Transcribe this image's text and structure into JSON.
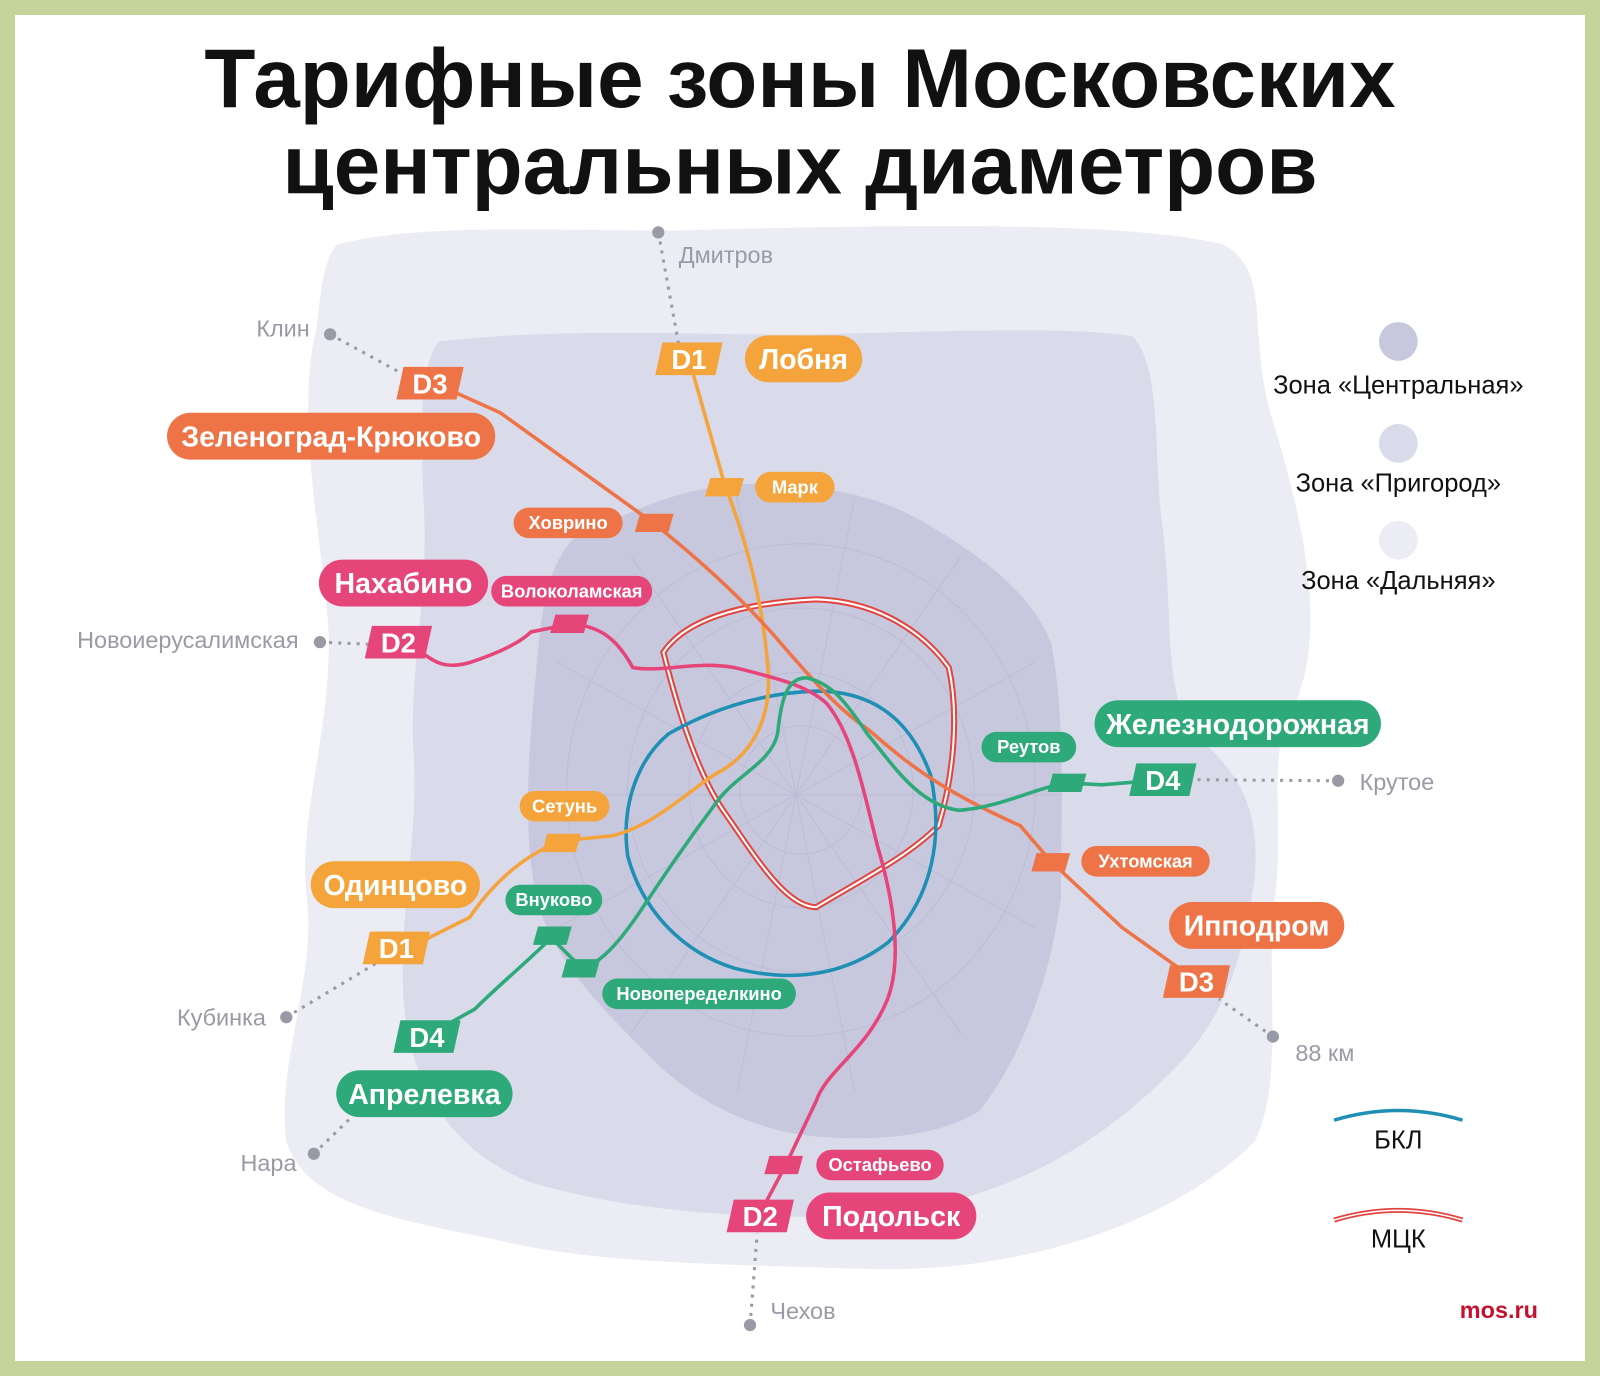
{
  "title": {
    "line1": "Тарифные зоны Московских",
    "line2": "центральных диаметров"
  },
  "colors": {
    "D1": "#f5a33b",
    "D2": "#e6457a",
    "D3": "#ee7447",
    "D4": "#2eaa7a",
    "bkl": "#1f8fb4",
    "mck": "#e2453f",
    "zone_central": "#c7c8de",
    "zone_prigorod": "#d9daea",
    "zone_dalnyaya": "#ececf4",
    "frame": "#c4d49a",
    "brand": "#c8102e"
  },
  "legend": {
    "zones": [
      "Зона «Центральная»",
      "Зона «Пригород»",
      "Зона «Дальняя»"
    ],
    "bkl": "БКЛ",
    "mck": "МЦК"
  },
  "terminal_cities": [
    "Дмитров",
    "Клин",
    "Новоиерусалимская",
    "Крутое",
    "Кубинка",
    "88 км",
    "Нара",
    "Чехов"
  ],
  "zone_boundary_stations": [
    {
      "name": "Лобня",
      "line": "D1"
    },
    {
      "name": "Зеленоград-Крюково",
      "line": "D3"
    },
    {
      "name": "Нахабино",
      "line": "D2"
    },
    {
      "name": "Железнодорожная",
      "line": "D4"
    },
    {
      "name": "Одинцово",
      "line": "D1"
    },
    {
      "name": "Ипподром",
      "line": "D3"
    },
    {
      "name": "Апрелевка",
      "line": "D4"
    },
    {
      "name": "Подольск",
      "line": "D2"
    }
  ],
  "central_boundary_stations": [
    {
      "name": "Марк",
      "line": "D1"
    },
    {
      "name": "Ховрино",
      "line": "D3"
    },
    {
      "name": "Волоколамская",
      "line": "D2"
    },
    {
      "name": "Реутов",
      "line": "D4"
    },
    {
      "name": "Сетунь",
      "line": "D1"
    },
    {
      "name": "Ухтомская",
      "line": "D3"
    },
    {
      "name": "Внуково",
      "line": "D4"
    },
    {
      "name": "Новопеределкино",
      "line": "D4"
    },
    {
      "name": "Остафьево",
      "line": "D2"
    }
  ],
  "line_badges": [
    "D1",
    "D3",
    "D2",
    "D4",
    "D3",
    "D1",
    "D4",
    "D2"
  ],
  "brand": "mos.ru"
}
